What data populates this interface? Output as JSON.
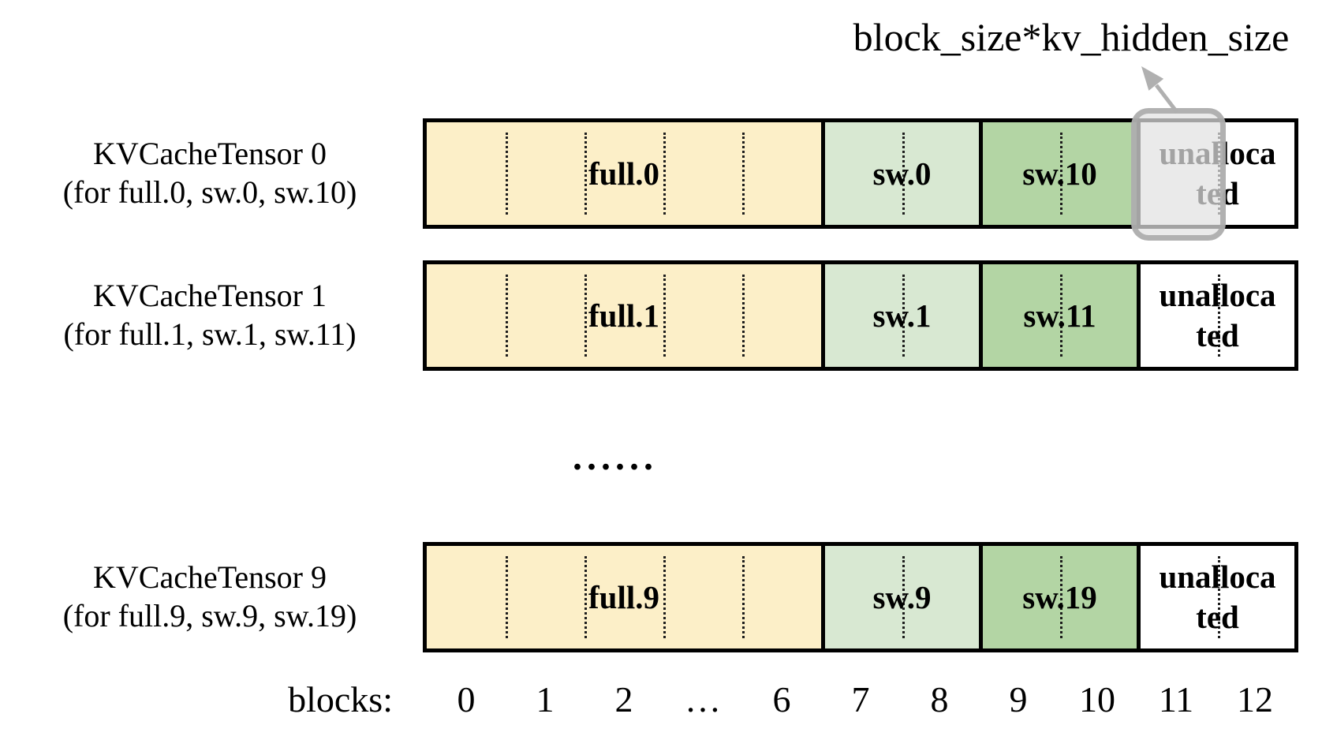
{
  "annotation": {
    "label": "block_size*kv_hidden_size"
  },
  "rows": [
    {
      "title": "KVCacheTensor 0",
      "subtitle": "(for full.0, sw.0, sw.10)",
      "full": "full.0",
      "sw_a": "sw.0",
      "sw_b": "sw.10"
    },
    {
      "title": "KVCacheTensor 1",
      "subtitle": "(for full.1, sw.1, sw.11)",
      "full": "full.1",
      "sw_a": "sw.1",
      "sw_b": "sw.11"
    },
    {
      "title": "KVCacheTensor 9",
      "subtitle": "(for full.9, sw.9, sw.19)",
      "full": "full.9",
      "sw_a": "sw.9",
      "sw_b": "sw.19"
    }
  ],
  "unallocated": {
    "line1": "unalloca",
    "line2": "ted"
  },
  "ellipsis": "......",
  "axis": {
    "label": "blocks:",
    "ticks": [
      "0",
      "1",
      "2",
      "…",
      "6",
      "7",
      "8",
      "9",
      "10",
      "11",
      "12"
    ]
  },
  "styles": {
    "full": "background:#FCEFC8",
    "sw_a": "background:#D8E8D2",
    "sw_b": "background:#B3D5A4",
    "unalloc": "background:#FFFFFF"
  },
  "colors": {
    "full_section": "#FCEFC8",
    "sw_section": "#D8E8D2",
    "sw_offset_section": "#B3D5A4",
    "unallocated_section": "#FFFFFF",
    "border": "#000000",
    "highlight_fill": "#E2E2E2",
    "highlight_border": "#A8A8A8",
    "arrow": "#B0B0B0"
  }
}
